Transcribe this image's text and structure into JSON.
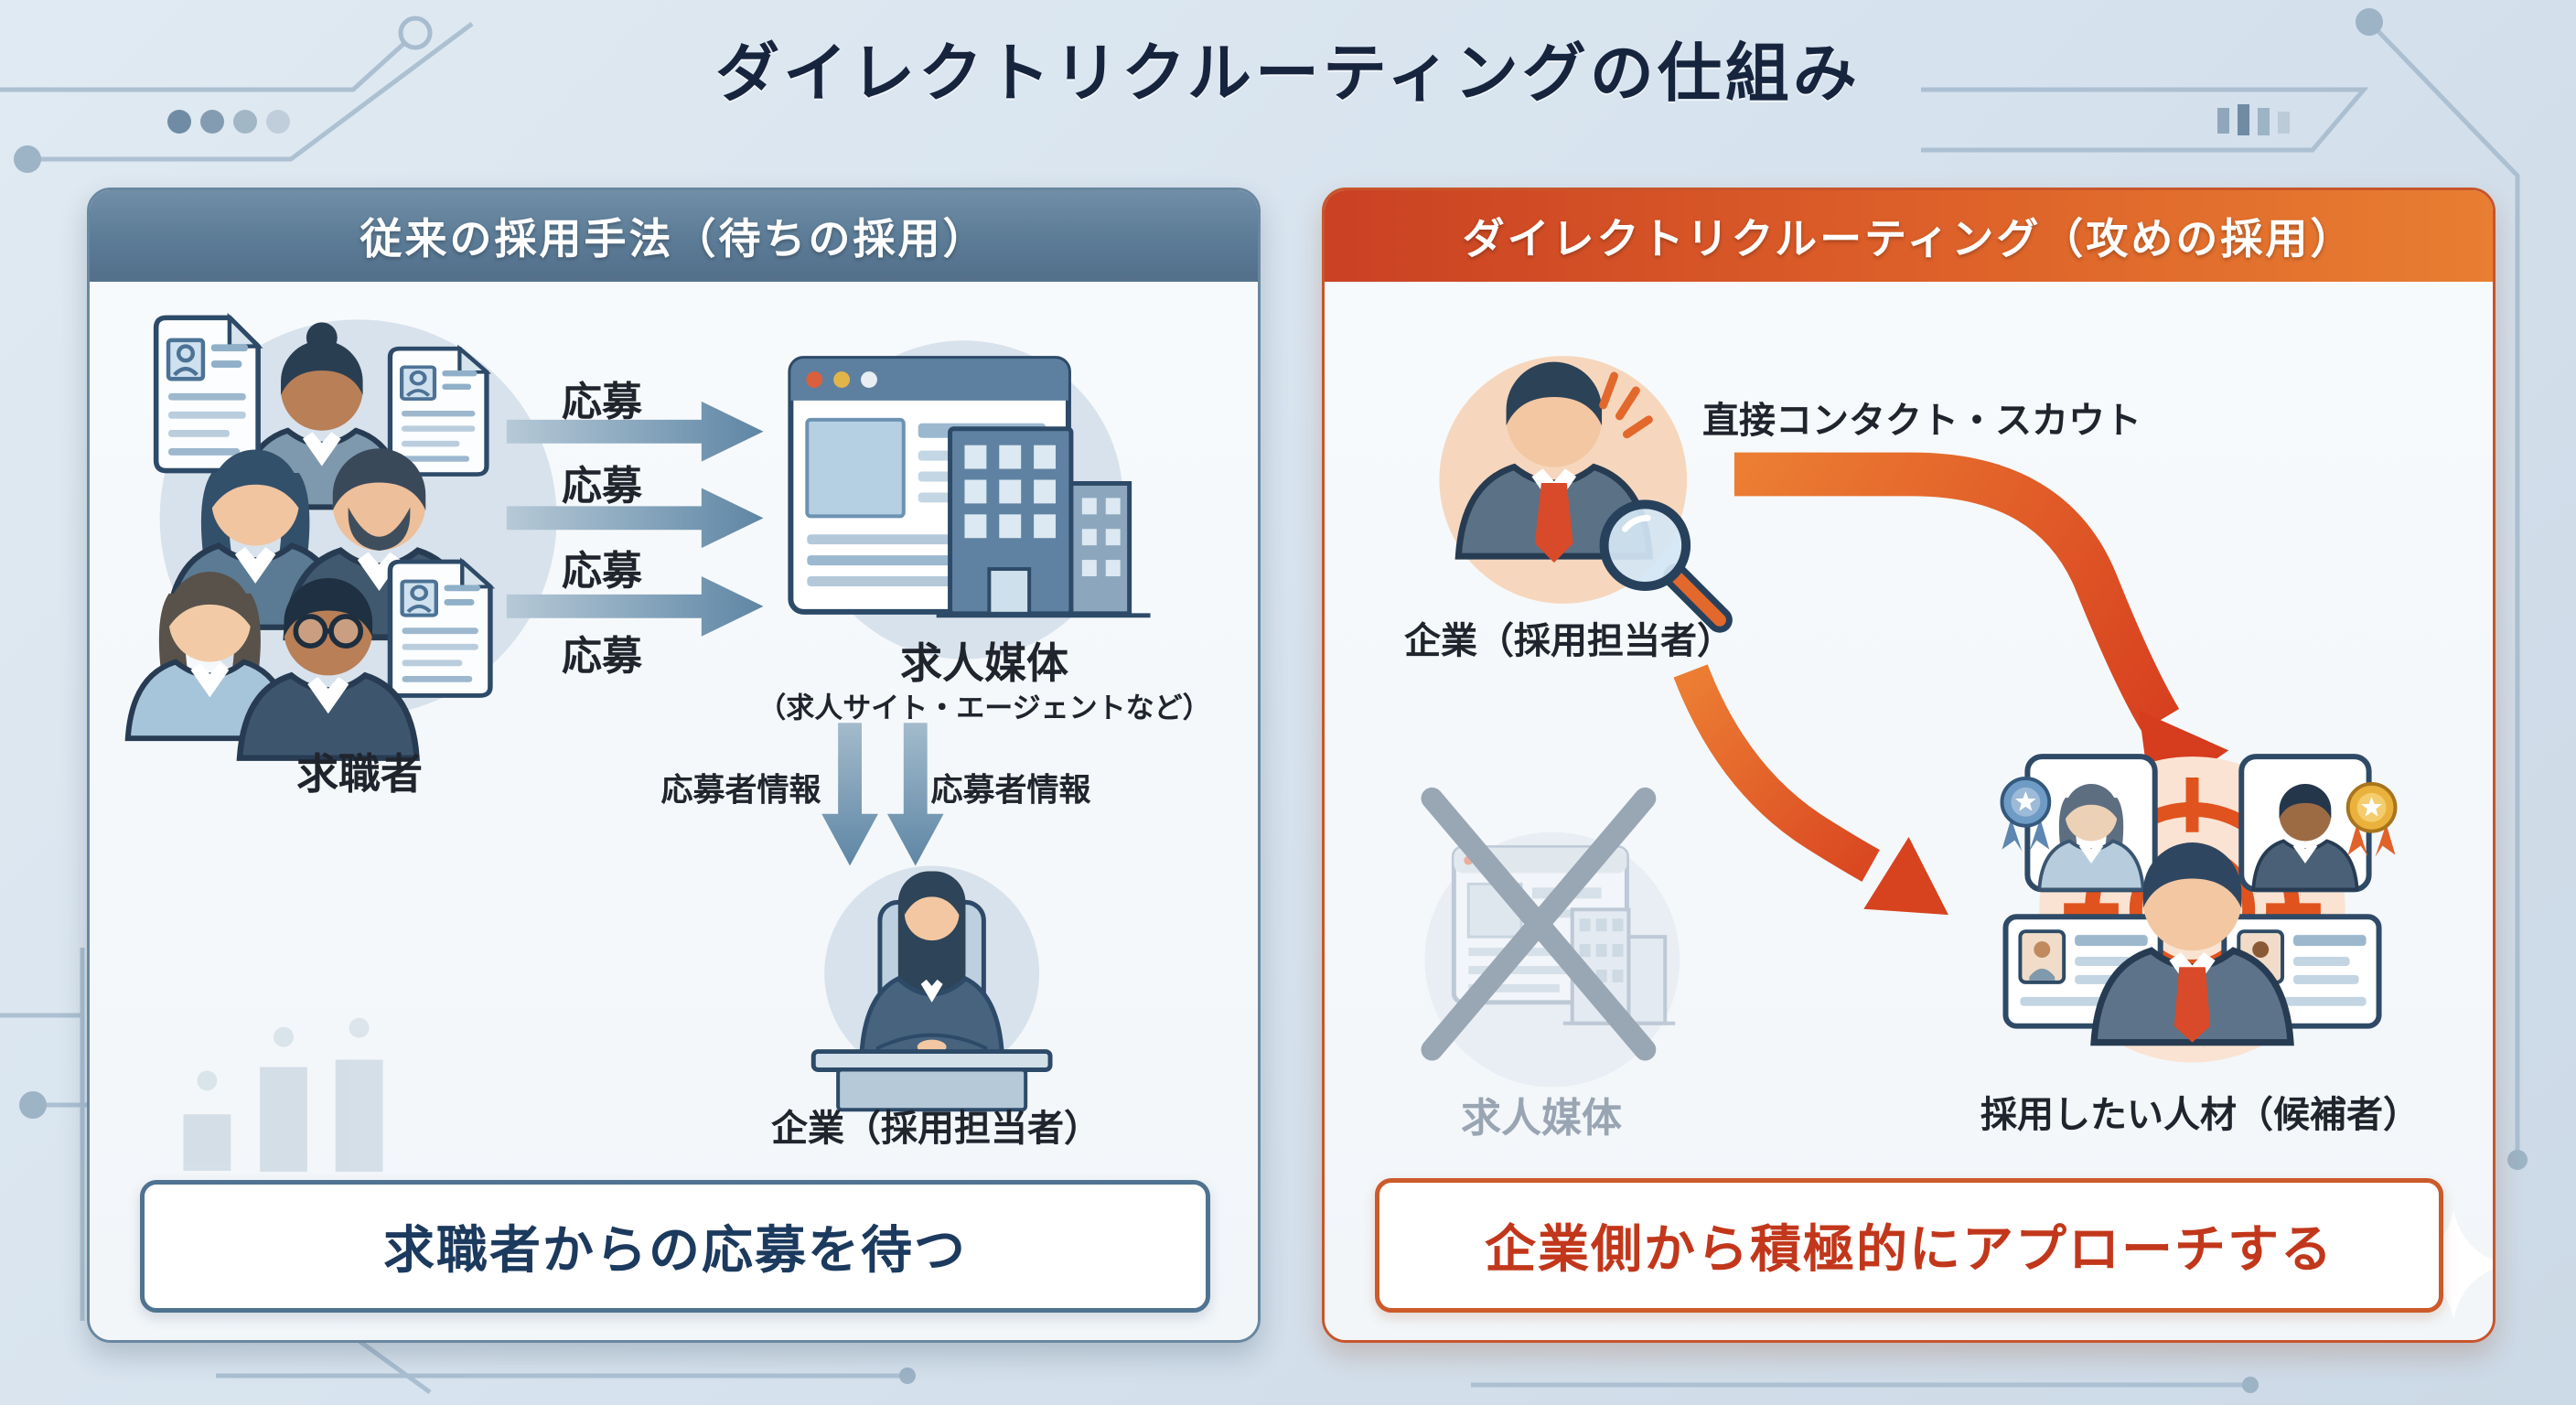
{
  "title": "ダイレクトリクルーティングの仕組み",
  "left": {
    "header": "従来の採用手法（待ちの採用）",
    "applications": [
      "応募",
      "応募",
      "応募",
      "応募"
    ],
    "seekers_label": "求職者",
    "media_label": "求人媒体",
    "media_sublabel": "（求人サイト・エージェントなど）",
    "applicant_info_left": "応募者情報",
    "applicant_info_right": "応募者情報",
    "company_label": "企業（採用担当者）",
    "summary": "求職者からの応募を待つ"
  },
  "right": {
    "header": "ダイレクトリクルーティング（攻めの採用）",
    "company_label": "企業（採用担当者）",
    "scout_label": "直接コンタクト・スカウト",
    "media_label": "求人媒体",
    "candidates_label": "採用したい人材（候補者）",
    "summary": "企業側から積極的にアプローチする"
  },
  "colors": {
    "background": "#d9e4ee",
    "title_text": "#17243d",
    "left_header": "#5b7b96",
    "right_header": "#db5c28",
    "steel_arrow": "#5e86a5",
    "orange_arrow": "#d63c1e",
    "summary_left_text": "#1c3a5e",
    "summary_right_text": "#c2371b",
    "ghost_gray": "#99a5b2"
  }
}
